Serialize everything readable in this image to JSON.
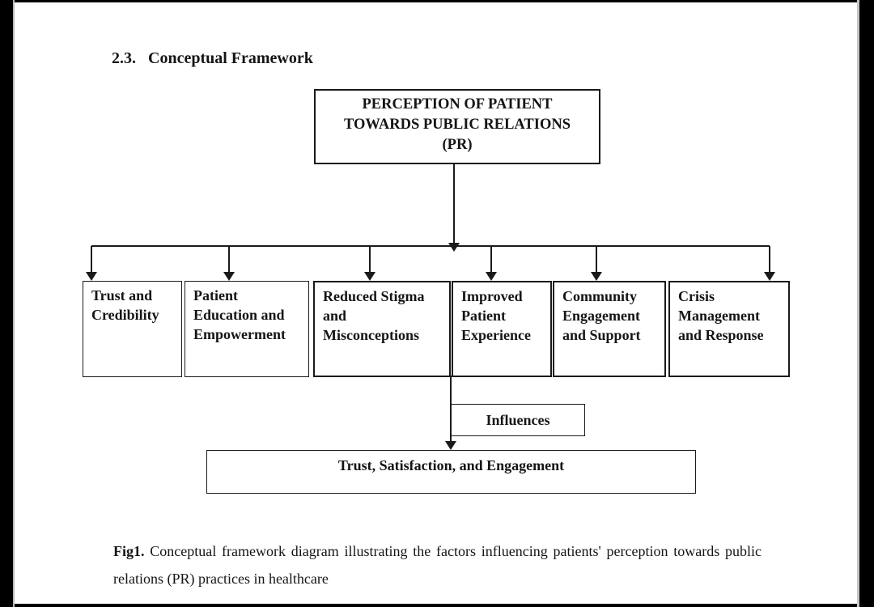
{
  "page": {
    "section_heading": {
      "number": "2.3.",
      "title": "Conceptual Framework"
    }
  },
  "diagram": {
    "top_box": {
      "lines": [
        "PERCEPTION OF PATIENT",
        "TOWARDS PUBLIC RELATIONS",
        "(PR)"
      ]
    },
    "factors": [
      {
        "lines": [
          "Trust and",
          "Credibility"
        ]
      },
      {
        "lines": [
          "Patient",
          "Education and",
          "Empowerment"
        ]
      },
      {
        "lines": [
          "Reduced Stigma",
          "and",
          "Misconceptions"
        ]
      },
      {
        "lines": [
          "Improved",
          "Patient",
          "Experience"
        ]
      },
      {
        "lines": [
          "Community",
          "Engagement",
          "and Support"
        ]
      },
      {
        "lines": [
          "Crisis",
          "Management",
          "and Response"
        ]
      }
    ],
    "influences_box": {
      "label": "Influences"
    },
    "outcome_box": {
      "label": "Trust, Satisfaction, and Engagement"
    }
  },
  "caption": {
    "label": "Fig1.",
    "text": "Conceptual framework diagram illustrating the factors influencing patients' perception towards public relations (PR) practices in healthcare"
  },
  "colors": {
    "ink": "#1a1a1a",
    "page_bg": "#ffffff",
    "scan_bar": "#000000"
  }
}
